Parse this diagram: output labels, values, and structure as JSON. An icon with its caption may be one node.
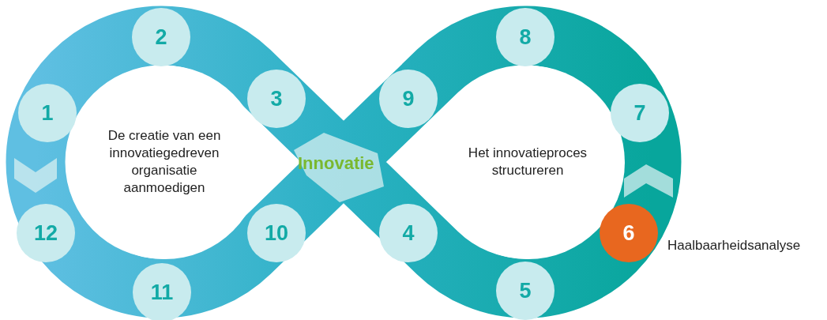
{
  "diagram": {
    "nodes": [
      {
        "text": [
          "De creatie van een innovatiegedreven organisatie aanmoedigen"
        ]
      },
      {
        "text": [
          "Het innovatieproces structureren"
        ]
      },
      {
        "text": [
          "1"
        ]
      },
      {
        "text": [
          "2"
        ]
      },
      {
        "text": [
          "3"
        ]
      },
      {
        "text": [
          "4"
        ]
      },
      {
        "text": [
          "5"
        ]
      },
      {
        "text": [
          "6"
        ],
        "beside": [
          "Haalbaarheidsanalyse"
        ]
      },
      {
        "text": [
          "7"
        ]
      },
      {
        "text": [
          "8"
        ]
      },
      {
        "text": [
          "9"
        ]
      },
      {
        "text": [
          "10"
        ]
      },
      {
        "text": [
          "11"
        ]
      },
      {
        "text": [
          "12"
        ]
      }
    ],
    "labels": [
      "Innovatie"
    ]
  }
}
